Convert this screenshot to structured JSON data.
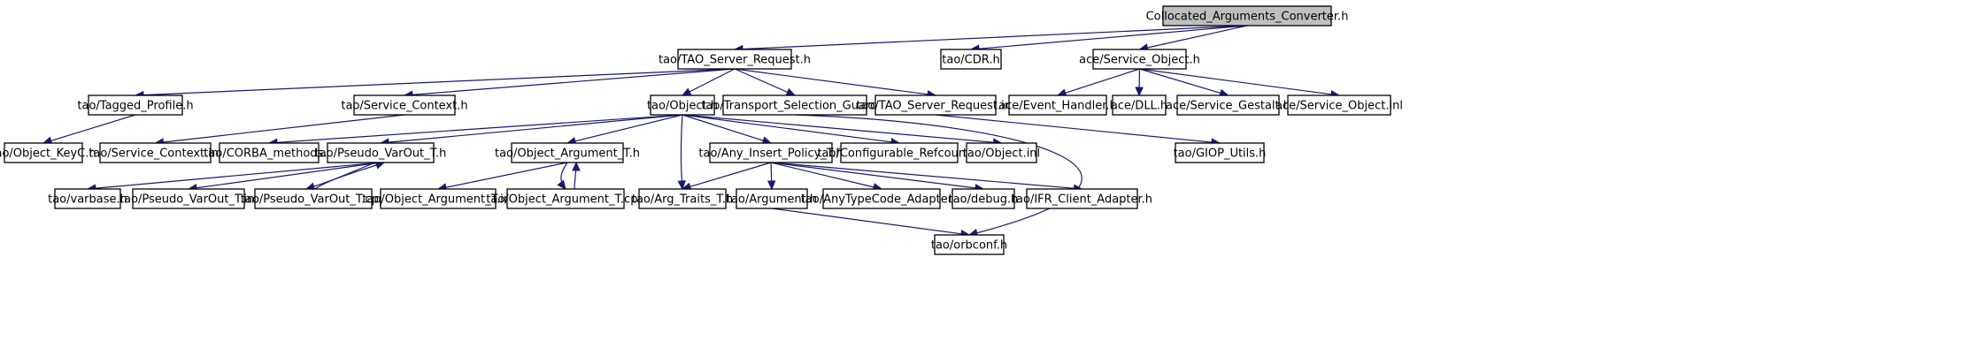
{
  "graph": {
    "edge_color": "#191970",
    "root_fill": "#bfbfbf",
    "node_fill": "#ffffff",
    "nodes": [
      {
        "id": "root",
        "label": "Collocated_Arguments_Converter.h",
        "root": true
      },
      {
        "id": "tsr",
        "label": "tao/TAO_Server_Request.h"
      },
      {
        "id": "cdr",
        "label": "tao/CDR.h"
      },
      {
        "id": "svcobj",
        "label": "ace/Service_Object.h"
      },
      {
        "id": "tagged",
        "label": "tao/Tagged_Profile.h"
      },
      {
        "id": "svcctx",
        "label": "tao/Service_Context.h"
      },
      {
        "id": "object",
        "label": "tao/Object.h"
      },
      {
        "id": "tsg",
        "label": "tao/Transport_Selection_Guard.h"
      },
      {
        "id": "tsrinl",
        "label": "tao/TAO_Server_Request.inl"
      },
      {
        "id": "evh",
        "label": "ace/Event_Handler.h"
      },
      {
        "id": "dll",
        "label": "ace/DLL.h"
      },
      {
        "id": "gestalt",
        "label": "ace/Service_Gestalt.h"
      },
      {
        "id": "svcobjinl",
        "label": "ace/Service_Object.inl"
      },
      {
        "id": "objkeyc",
        "label": "tao/Object_KeyC.h"
      },
      {
        "id": "svcctxinl",
        "label": "tao/Service_Context.inl"
      },
      {
        "id": "corba",
        "label": "tao/CORBA_methods.h"
      },
      {
        "id": "pvar",
        "label": "tao/Pseudo_VarOut_T.h"
      },
      {
        "id": "objarg",
        "label": "tao/Object_Argument_T.h"
      },
      {
        "id": "anyins",
        "label": "tao/Any_Insert_Policy_T.h"
      },
      {
        "id": "cfgref",
        "label": "tao/Configurable_Refcount.h"
      },
      {
        "id": "objinl",
        "label": "tao/Object.inl"
      },
      {
        "id": "giop",
        "label": "tao/GIOP_Utils.h"
      },
      {
        "id": "varbase",
        "label": "tao/varbase.h"
      },
      {
        "id": "pvarinl",
        "label": "tao/Pseudo_VarOut_T.inl"
      },
      {
        "id": "pvarcpp",
        "label": "tao/Pseudo_VarOut_T.cpp"
      },
      {
        "id": "objarginl",
        "label": "tao/Object_Argument_T.inl"
      },
      {
        "id": "objargcpp",
        "label": "tao/Object_Argument_T.cpp"
      },
      {
        "id": "argtraits",
        "label": "tao/Arg_Traits_T.h"
      },
      {
        "id": "argument",
        "label": "tao/Argument.h"
      },
      {
        "id": "anytc",
        "label": "tao/AnyTypeCode_Adapter.h"
      },
      {
        "id": "debug",
        "label": "tao/debug.h"
      },
      {
        "id": "ifr",
        "label": "tao/IFR_Client_Adapter.h"
      },
      {
        "id": "orbconf",
        "label": "tao/orbconf.h"
      }
    ],
    "edges": [
      [
        "root",
        "tsr"
      ],
      [
        "root",
        "cdr"
      ],
      [
        "root",
        "svcobj"
      ],
      [
        "tsr",
        "tagged"
      ],
      [
        "tsr",
        "svcctx"
      ],
      [
        "tsr",
        "object"
      ],
      [
        "tsr",
        "tsg"
      ],
      [
        "tsr",
        "tsrinl"
      ],
      [
        "svcobj",
        "evh"
      ],
      [
        "svcobj",
        "dll"
      ],
      [
        "svcobj",
        "gestalt"
      ],
      [
        "svcobj",
        "svcobjinl"
      ],
      [
        "tagged",
        "objkeyc"
      ],
      [
        "svcctx",
        "svcctxinl"
      ],
      [
        "object",
        "corba"
      ],
      [
        "object",
        "pvar"
      ],
      [
        "object",
        "objarg"
      ],
      [
        "object",
        "argtraits"
      ],
      [
        "object",
        "anyins"
      ],
      [
        "object",
        "cfgref"
      ],
      [
        "object",
        "objinl"
      ],
      [
        "tsg",
        "orbconf"
      ],
      [
        "tsrinl",
        "giop"
      ],
      [
        "pvar",
        "varbase"
      ],
      [
        "pvar",
        "pvarinl"
      ],
      [
        "pvar",
        "pvarcpp"
      ],
      [
        "pvarcpp",
        "pvar"
      ],
      [
        "objarg",
        "objarginl"
      ],
      [
        "objarg",
        "objargcpp"
      ],
      [
        "objargcpp",
        "objarg"
      ],
      [
        "anyins",
        "argtraits"
      ],
      [
        "anyins",
        "argument"
      ],
      [
        "anyins",
        "anytc"
      ],
      [
        "anyins",
        "debug"
      ],
      [
        "anyins",
        "ifr"
      ],
      [
        "argument",
        "orbconf"
      ]
    ]
  }
}
